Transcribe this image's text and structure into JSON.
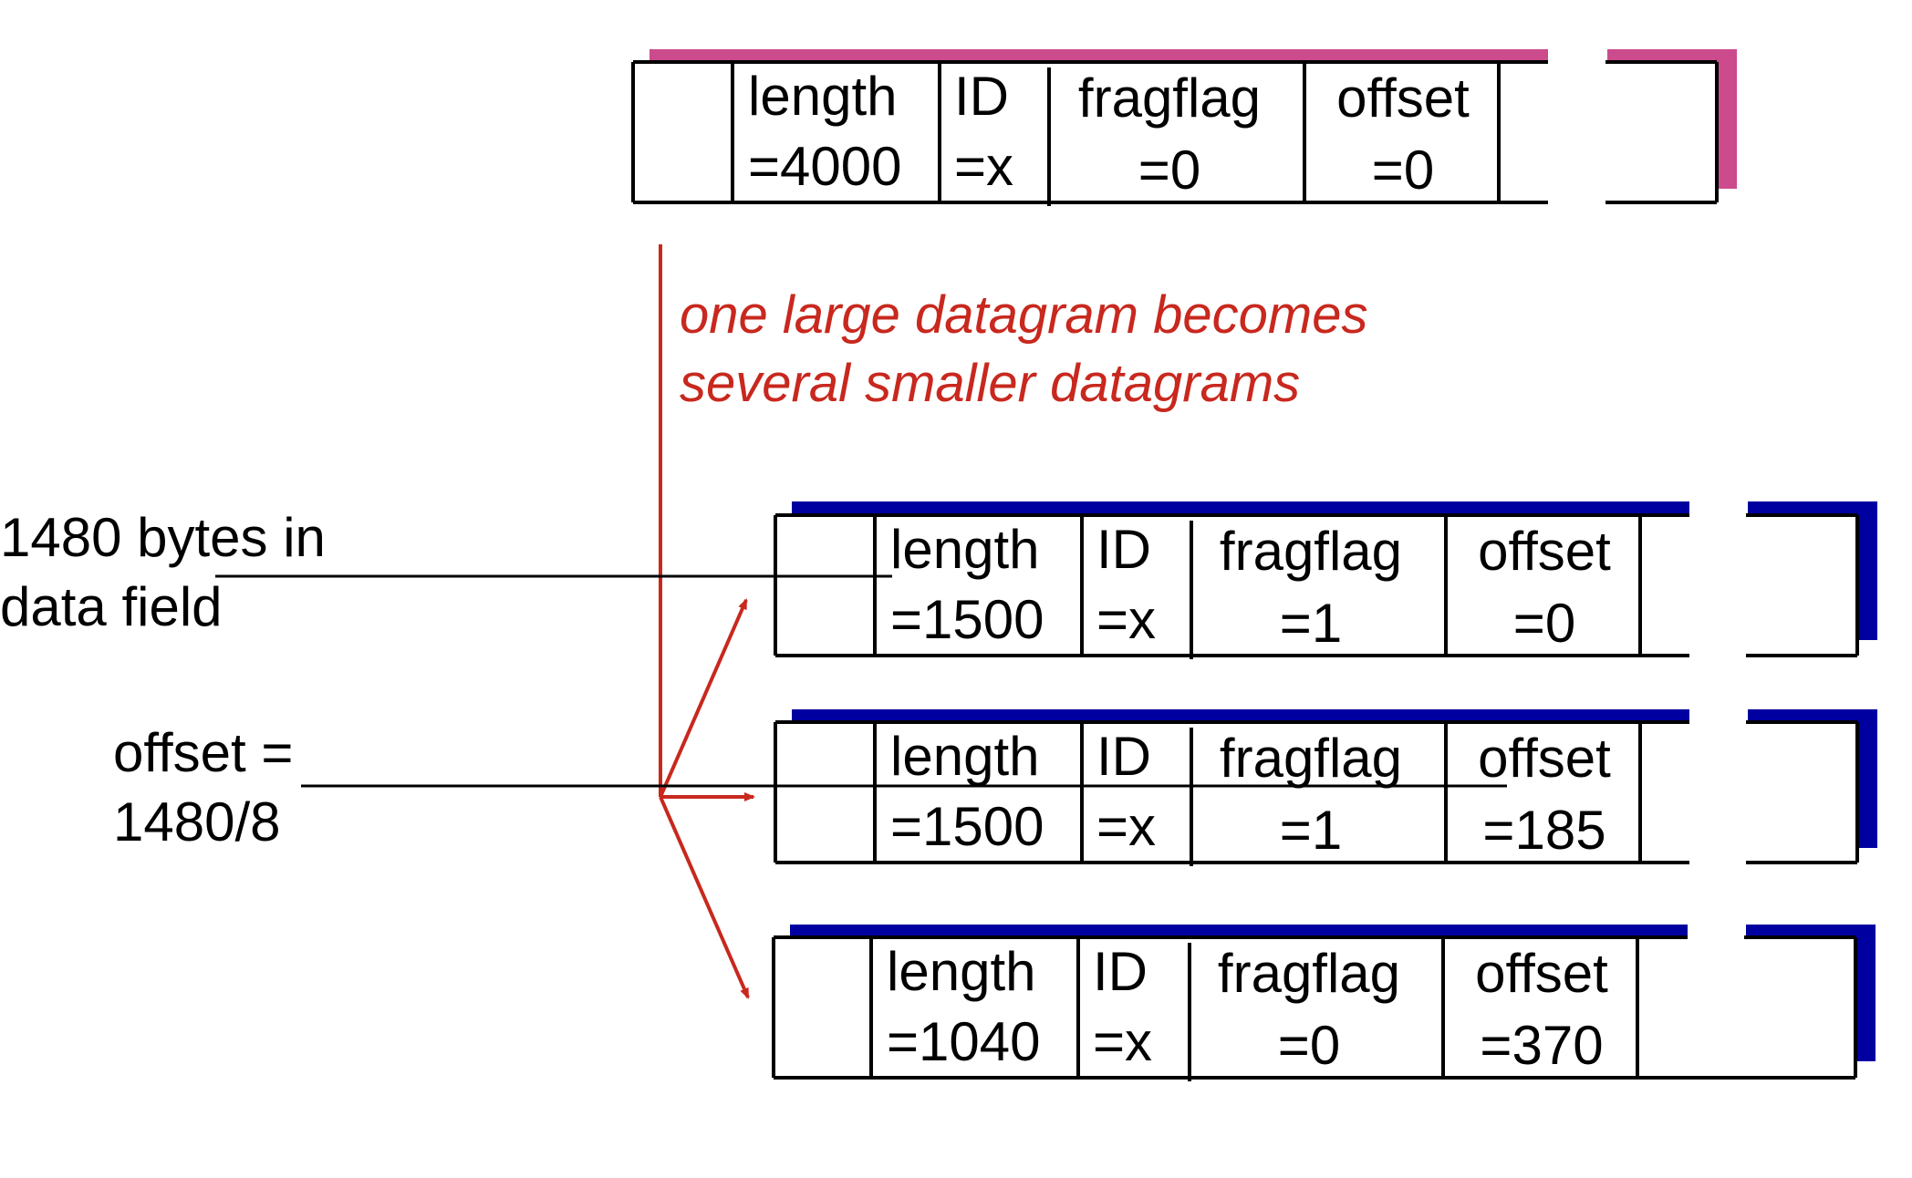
{
  "caption": {
    "line1": "one large datagram becomes",
    "line2": "several smaller datagrams"
  },
  "annotations": {
    "bytes": {
      "line1": "1480 bytes in",
      "line2": "data field"
    },
    "offset": {
      "line1": "offset =",
      "line2": "1480/8"
    }
  },
  "colors": {
    "original_accent": "#CC4B8C",
    "fragment_accent": "#0000A0",
    "arrow": "#C8281E",
    "text": "#000000"
  },
  "original": {
    "length": {
      "label": "length",
      "value": "=4000"
    },
    "id": {
      "label": "ID",
      "value": "=x"
    },
    "fragflag": {
      "label": "fragflag",
      "value": "=0"
    },
    "offset": {
      "label": "offset",
      "value": "=0"
    }
  },
  "fragments": [
    {
      "length": {
        "label": "length",
        "value": "=1500"
      },
      "id": {
        "label": "ID",
        "value": "=x"
      },
      "fragflag": {
        "label": "fragflag",
        "value": "=1"
      },
      "offset": {
        "label": "offset",
        "value": "=0"
      }
    },
    {
      "length": {
        "label": "length",
        "value": "=1500"
      },
      "id": {
        "label": "ID",
        "value": "=x"
      },
      "fragflag": {
        "label": "fragflag",
        "value": "=1"
      },
      "offset": {
        "label": "offset",
        "value": "=185"
      }
    },
    {
      "length": {
        "label": "length",
        "value": "=1040"
      },
      "id": {
        "label": "ID",
        "value": "=x"
      },
      "fragflag": {
        "label": "fragflag",
        "value": "=0"
      },
      "offset": {
        "label": "offset",
        "value": "=370"
      }
    }
  ]
}
